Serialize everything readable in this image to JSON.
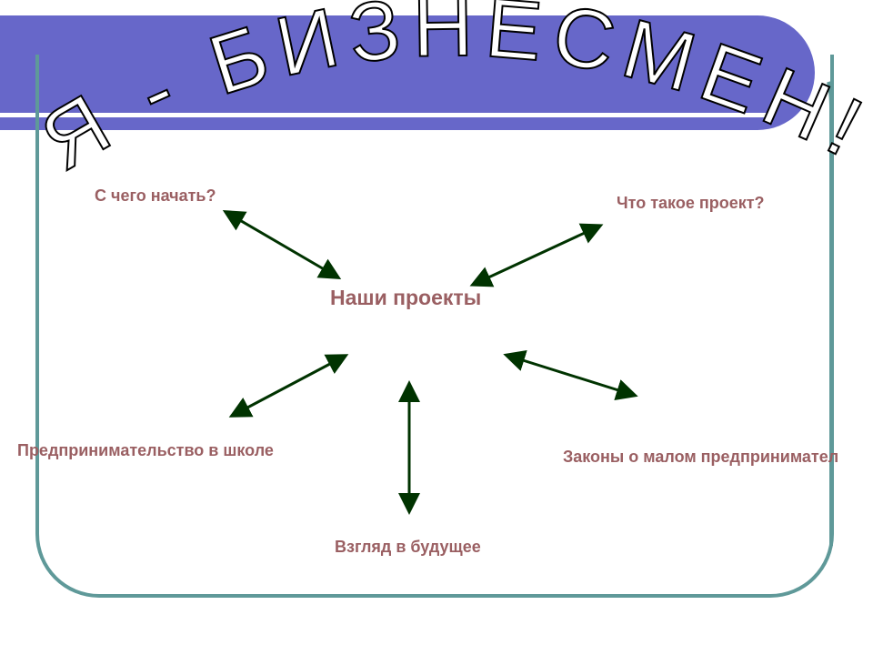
{
  "title": "Я - БИЗНЕСМЕН!",
  "center": "Наши проекты",
  "nodes": {
    "start": "С чего начать?",
    "project": "Что такое проект?",
    "school": "Предпринимательство в школе",
    "future": "Взгляд в будущее",
    "laws": "Законы о малом предпринимател"
  },
  "colors": {
    "band": "#6767c9",
    "frame": "#5f9999",
    "text": "#9a5f62",
    "arrows": "#003300"
  }
}
